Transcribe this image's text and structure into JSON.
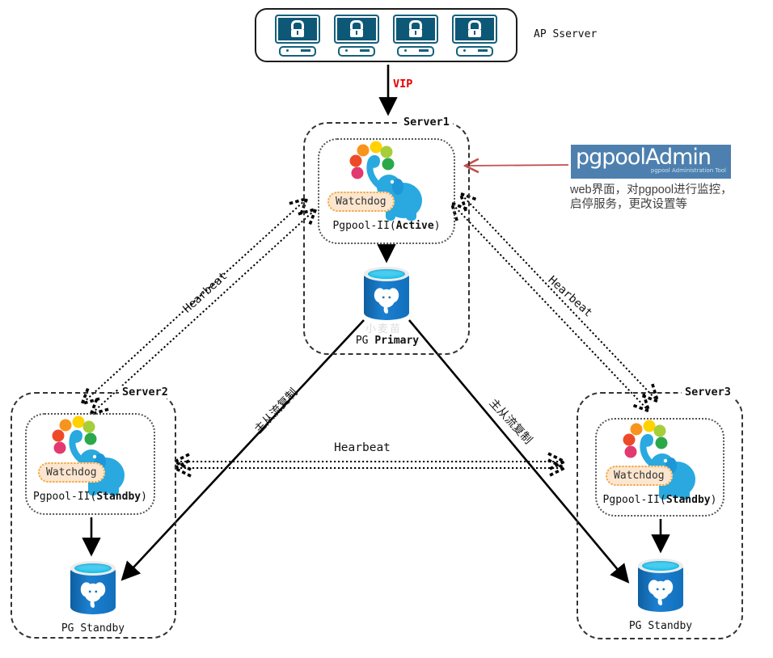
{
  "ap": {
    "label": "AP Sserver"
  },
  "vip": {
    "label": "VIP"
  },
  "admin": {
    "title": "pgpoolAdmin",
    "subtitle": "pgpool Administration Tool",
    "desc1": "web界面，对pgpool进行监控，",
    "desc2": "启停服务，更改设置等"
  },
  "server1": {
    "name": "Server1",
    "watchdog": "Watchdog",
    "pgpool_prefix": "Pgpool-II(",
    "pgpool_state": "Active",
    "pgpool_suffix": ")",
    "db_prefix": "PG ",
    "db_role": "Primary"
  },
  "server2": {
    "name": "Server2",
    "watchdog": "Watchdog",
    "pgpool_prefix": "Pgpool-II(",
    "pgpool_state": "Standby",
    "pgpool_suffix": ")",
    "db_label": "PG Standby"
  },
  "server3": {
    "name": "Server3",
    "watchdog": "Watchdog",
    "pgpool_prefix": "Pgpool-II(",
    "pgpool_state": "Standby",
    "pgpool_suffix": ")",
    "db_label": "PG Standby"
  },
  "links": {
    "heartbeat_left": "Hearbeat",
    "heartbeat_right": "Hearbeat",
    "heartbeat_middle": "Hearbeat",
    "replication_left": "主从流复制",
    "replication_right": "主从流复制"
  },
  "watermark": {
    "text": "小麦苗"
  },
  "colors": {
    "pgpool_blue": "#29a9e0",
    "postgres_blue": "#1273bf",
    "banner_blue": "#4d80ae",
    "monitor_teal": "#0d5876",
    "vip_red": "#e50000",
    "admin_arrow_red": "#c0504d"
  }
}
